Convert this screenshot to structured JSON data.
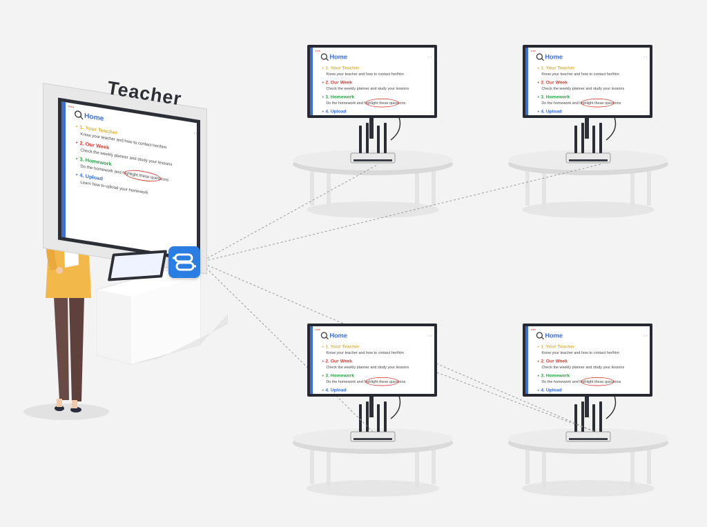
{
  "label": "Teacher",
  "screen": {
    "title": "Home",
    "nav": "‹ ›",
    "items": [
      {
        "heading": "1. Your Teacher",
        "desc": "Know your teacher and how to contact her/him",
        "color": "#e8b321"
      },
      {
        "heading": "2. Our Week",
        "desc": "Check the weekly planner and study your lessons",
        "color": "#d63b2f"
      },
      {
        "heading": "3. Homework",
        "desc": "Do the homework and highlight these questions",
        "color": "#2f9e4a"
      },
      {
        "heading": "4. Upload",
        "desc": "Learn how to upload your homework",
        "color": "#3d6fd6"
      }
    ]
  },
  "colors": {
    "hub": "#2a7de1",
    "link": "#9a9a9a",
    "bezel": "#2c2f36",
    "accent": "#3d6fd6"
  },
  "icons": {
    "hub": "sync-link-icon",
    "search": "search-icon"
  },
  "stations": [
    "station-top-left",
    "station-top-right",
    "station-bottom-left",
    "station-bottom-right"
  ]
}
